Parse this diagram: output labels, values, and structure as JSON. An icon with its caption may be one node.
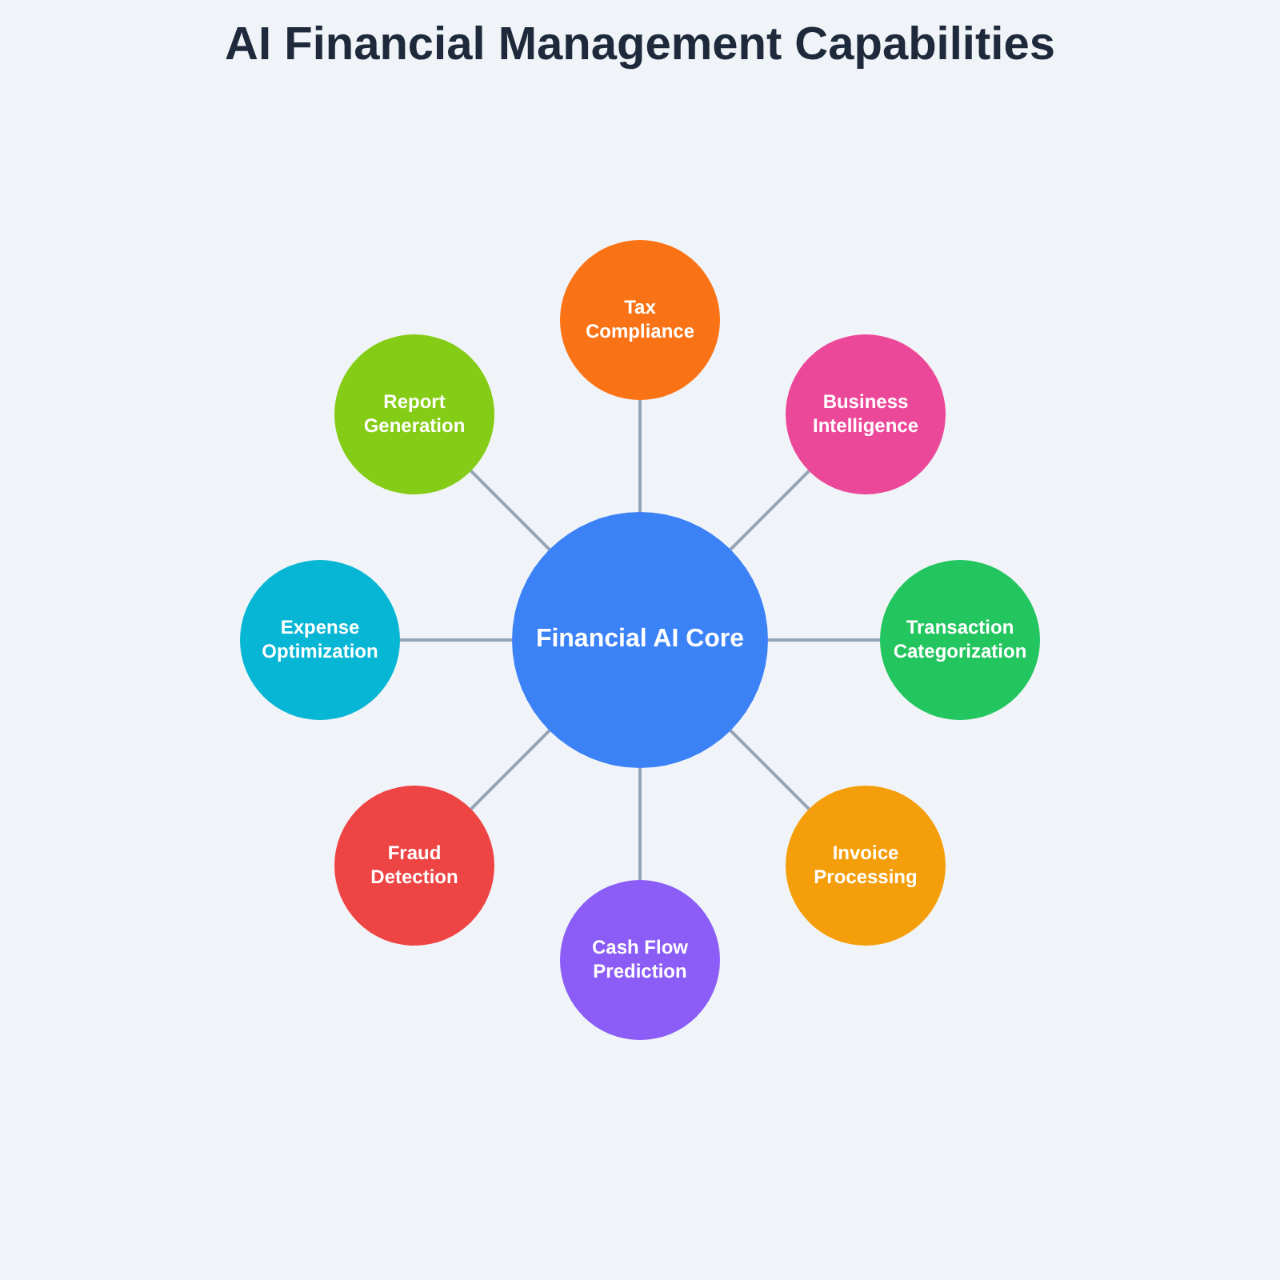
{
  "diagram": {
    "title": "AI Financial Management Capabilities",
    "nodes": [
      {
        "text": [
          "Financial AI Core"
        ]
      },
      {
        "text": [
          "Tax Compliance"
        ]
      },
      {
        "text": [
          "Business Intelligence"
        ]
      },
      {
        "text": [
          "Transaction Categorization"
        ]
      },
      {
        "text": [
          "Invoice Processing"
        ]
      },
      {
        "text": [
          "Cash Flow Prediction"
        ]
      },
      {
        "text": [
          "Fraud Detection"
        ]
      },
      {
        "text": [
          "Expense Optimization"
        ]
      },
      {
        "text": [
          "Report Generation"
        ]
      }
    ],
    "edges": [
      {
        "from": 0,
        "to": 1,
        "arrow": "none"
      },
      {
        "from": 0,
        "to": 2,
        "arrow": "none"
      },
      {
        "from": 0,
        "to": 3,
        "arrow": "none"
      },
      {
        "from": 0,
        "to": 4,
        "arrow": "none"
      },
      {
        "from": 0,
        "to": 5,
        "arrow": "none"
      },
      {
        "from": 0,
        "to": 6,
        "arrow": "none"
      },
      {
        "from": 0,
        "to": 7,
        "arrow": "none"
      },
      {
        "from": 0,
        "to": 8,
        "arrow": "none"
      }
    ]
  }
}
